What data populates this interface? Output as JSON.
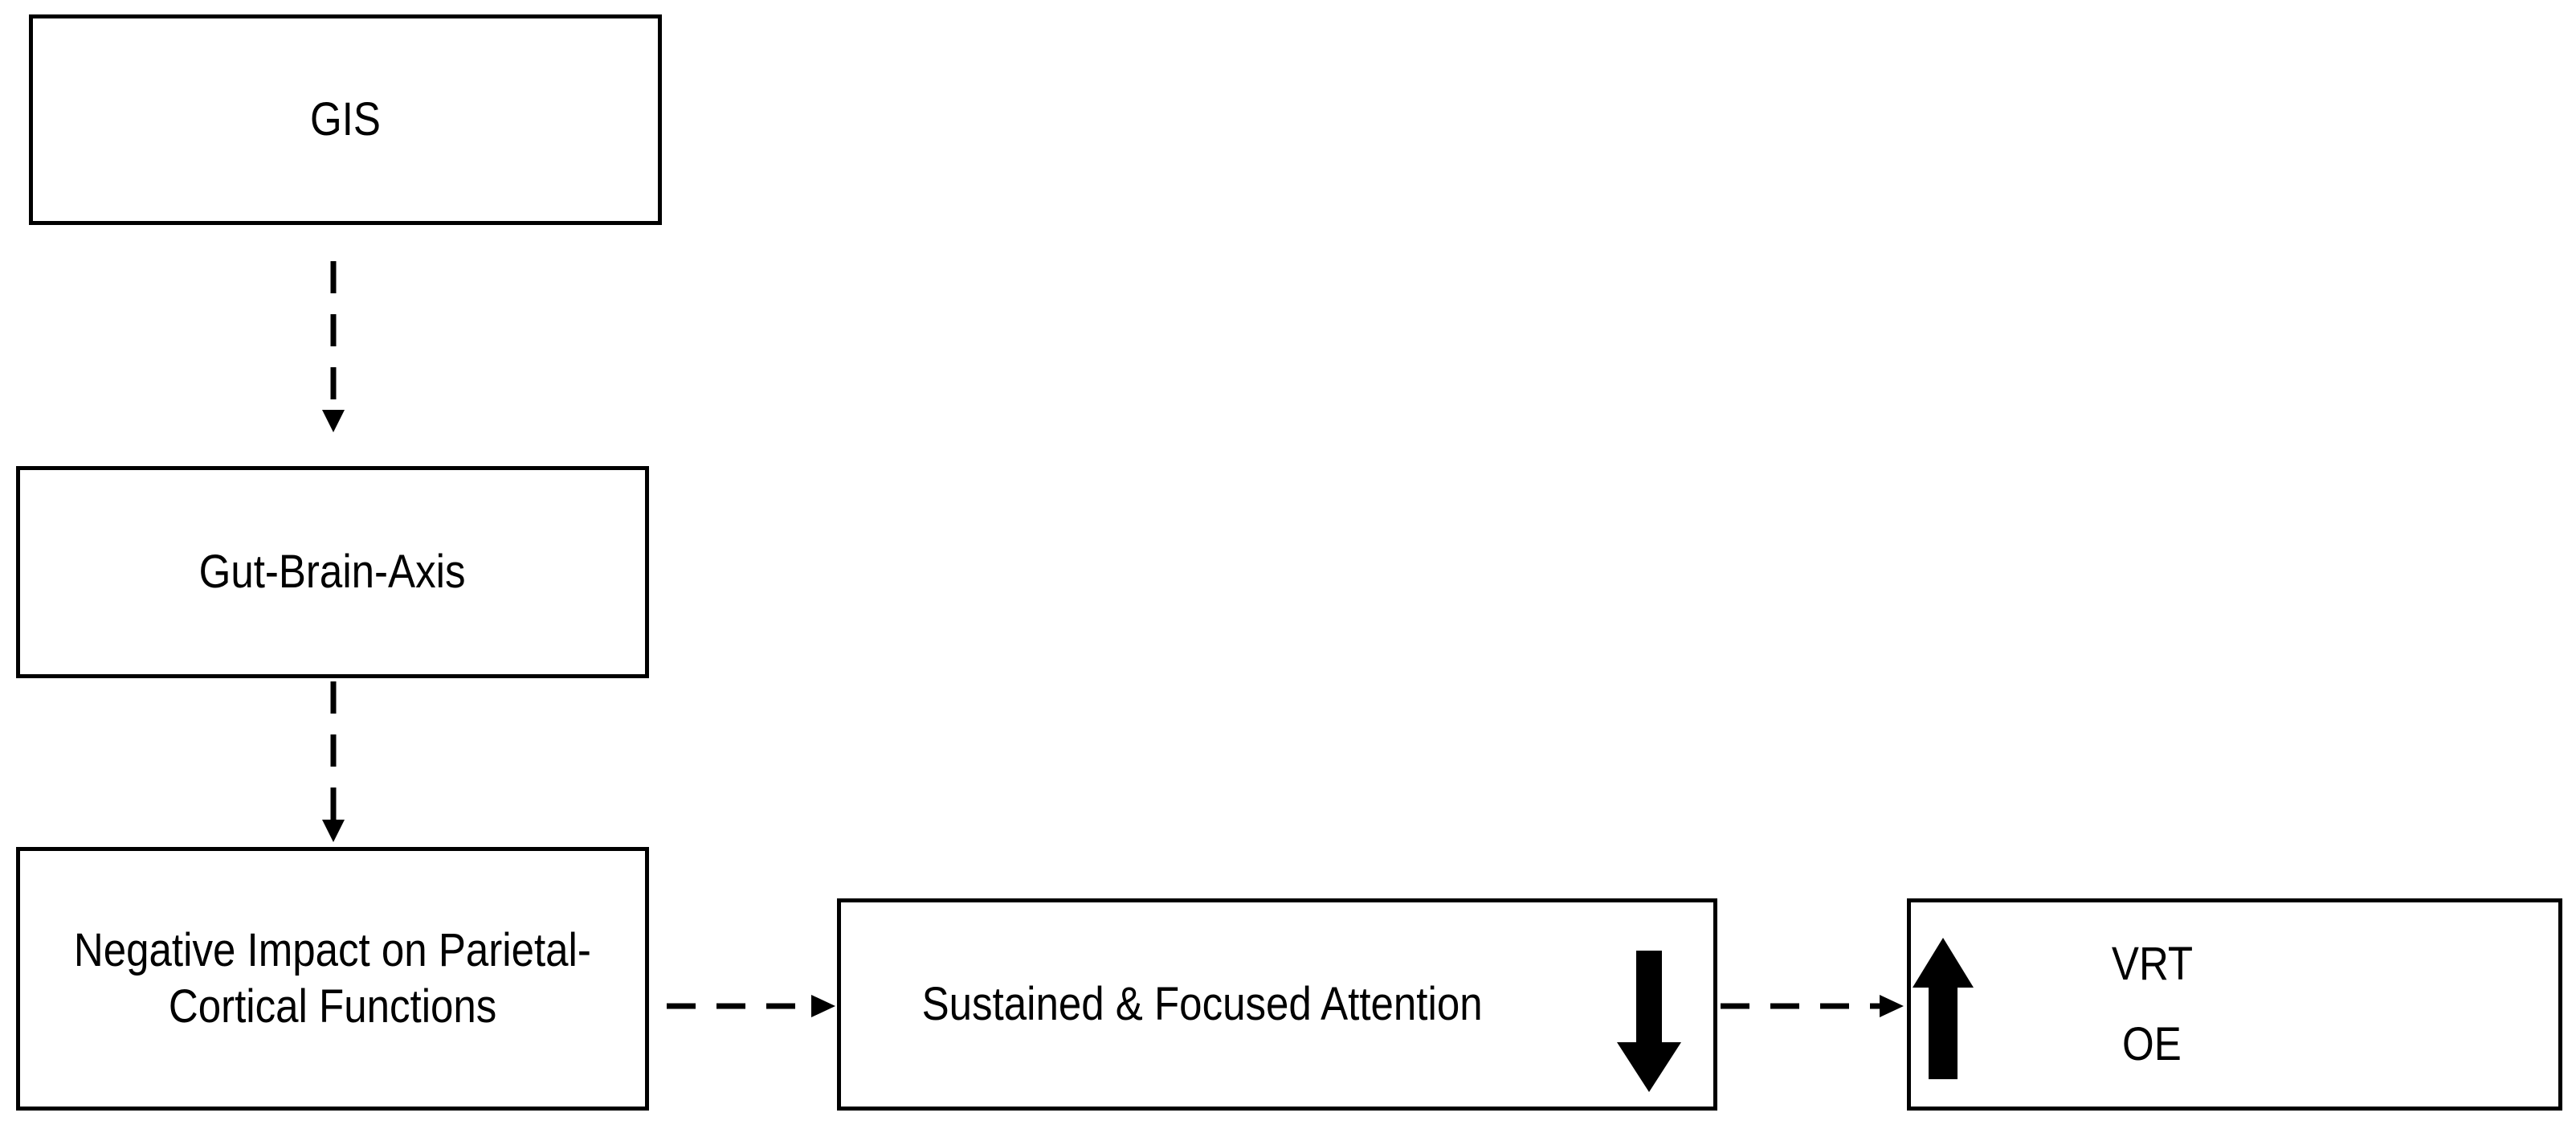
{
  "nodes": {
    "gis": {
      "label": "GIS"
    },
    "gut_brain_axis": {
      "label": "Gut-Brain-Axis"
    },
    "negative_impact": {
      "line1": "Negative Impact on Parietal-",
      "line2": "Cortical Functions"
    },
    "attention": {
      "label": "Sustained & Focused Attention",
      "indicator": "decrease-arrow"
    },
    "outcomes": {
      "line1": "VRT",
      "line2": "OE",
      "indicator": "increase-arrow"
    }
  },
  "edges": [
    {
      "from": "gis",
      "to": "gut_brain_axis",
      "style": "dashed"
    },
    {
      "from": "gut_brain_axis",
      "to": "negative_impact",
      "style": "dashed"
    },
    {
      "from": "negative_impact",
      "to": "attention",
      "style": "dashed"
    },
    {
      "from": "attention",
      "to": "outcomes",
      "style": "dashed"
    }
  ],
  "colors": {
    "stroke": "#000000",
    "background": "#ffffff"
  }
}
